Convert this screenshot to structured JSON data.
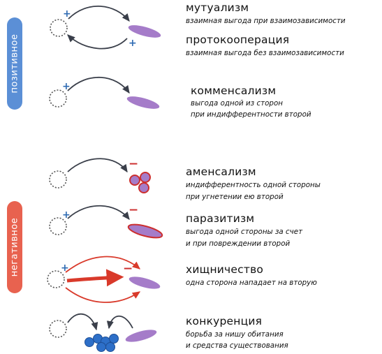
{
  "groups": {
    "positive": {
      "label": "позитивное",
      "color": "#5b8fd6"
    },
    "negative": {
      "label": "негативное",
      "color": "#e8624f"
    }
  },
  "relations": [
    {
      "term": "мутуализм",
      "desc": [
        "взаимная выгода при взаимозависимости"
      ]
    },
    {
      "term": "протокооперация",
      "desc": [
        "взаимная выгода без взаимозависимости"
      ]
    },
    {
      "term": "комменсализм",
      "desc": [
        "выгода одной из сторон",
        "при индифферентности второй"
      ]
    },
    {
      "term": "аменсализм",
      "desc": [
        "индифферентность одной стороны",
        "при угнетении ею второй"
      ]
    },
    {
      "term": "паразитизм",
      "desc": [
        "выгода одной стороны за счет",
        "и при повреждении второй"
      ]
    },
    {
      "term": "хищничество",
      "desc": [
        "одна сторона нападает на вторую"
      ]
    },
    {
      "term": "конкуренция",
      "desc": [
        "борьба за нишу обитания",
        "и средства существования"
      ]
    }
  ],
  "signs": {
    "plus": "+",
    "minus": "−"
  },
  "colors": {
    "organism": "#a57cc9",
    "damaged_outline": "#cc2f2f",
    "red_arrow": "#d93a2b",
    "dark_arrow": "#3a3f4a",
    "plus": "#2f6bb3",
    "minus": "#cc2f2f",
    "competitor_cells": "#2d6fc8"
  }
}
